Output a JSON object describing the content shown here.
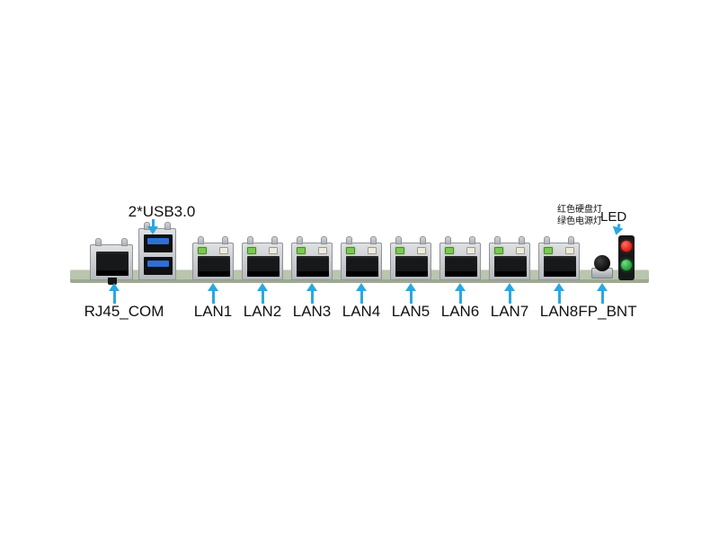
{
  "diagram": {
    "annotations": {
      "usb_label": "2*USB3.0",
      "led_label": "LED",
      "led_note_line1": "红色硬盘灯",
      "led_note_line2": "绿色电源灯"
    },
    "port_labels": {
      "rj45_com": "RJ45_COM",
      "fp_bnt": "FP_BNT",
      "lan": [
        "LAN1",
        "LAN2",
        "LAN3",
        "LAN4",
        "LAN5",
        "LAN6",
        "LAN7",
        "LAN8"
      ]
    },
    "colors": {
      "arrow_blue": "#2BA7E0",
      "board_green": "#B9C5AC",
      "text_black": "#111111",
      "led_red": "#E0251C",
      "led_green": "#27A13D",
      "usb_blue": "#2E6FD6",
      "lan_led_green": "#7CC850",
      "lan_led_white": "#EFEBDC"
    }
  }
}
